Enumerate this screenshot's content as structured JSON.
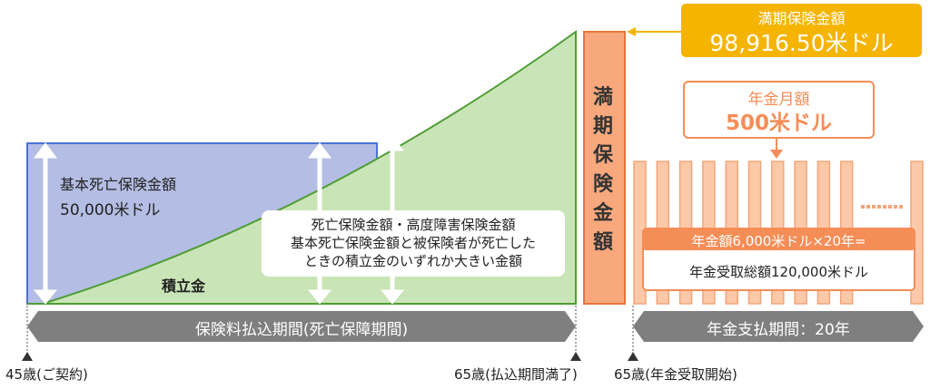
{
  "left": {
    "base_death_label": "基本死亡保険金額",
    "base_death_value": "50,000米ドル",
    "reserve_label": "積立金",
    "note_lines": [
      "死亡保険金額・高度障害保険金額",
      "基本死亡保険金額と被保険者が死亡した",
      "ときの積立金のいずれか大きい金額"
    ],
    "period_label": "保険料払込期間(死亡保障期間)",
    "start_label": "45歳(ご契約)",
    "end_label": "65歳(払込期間満了)"
  },
  "maturity": {
    "bar_label": "満期保険金額",
    "box_title": "満期保険金額",
    "box_value": "98,916.50米ドル"
  },
  "pension": {
    "monthly_title": "年金月額",
    "monthly_value": "500米ドル",
    "formula": "年金額6,000米ドル×20年=",
    "total": "年金受取総額120,000米ドル",
    "period_label": "年金支払期間：20年",
    "start_label": "65歳(年金受取開始)"
  },
  "colors": {
    "blue": "#b4bde3",
    "green": "#c9e4b6",
    "orange": "#f58d57",
    "yellow": "#f5b400",
    "gray": "#7f7f7f"
  }
}
